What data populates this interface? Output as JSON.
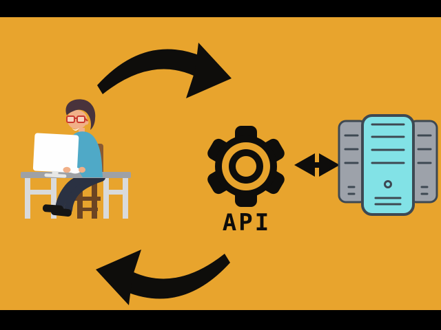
{
  "diagram": {
    "api_label": "API"
  },
  "icons": {
    "request_arrow": "thick-curved-swoosh-arrow-pointing-right",
    "response_arrow": "thick-curved-swoosh-arrow-pointing-left",
    "gear": "outlined-cog-six-teeth-with-hub-ring",
    "exchange_arrow": "horizontal-double-headed-arrow",
    "client": "person-with-glasses-working-at-desk-with-monitor-and-mouse",
    "server": "server-rack-three-towers-cyan-center-gray-sides"
  },
  "colors": {
    "bg": "#E8A42D",
    "letterbox": "#000000",
    "ink": "#0E0D0B",
    "server-body": "#82E2E6",
    "server-side": "#9DA2AA",
    "server-outline": "#3D4852",
    "shirt": "#4FA9C7",
    "skin": "#F1B088",
    "hair": "#49333C",
    "glasses": "#CB392E",
    "pants": "#2A3142",
    "shoe": "#151515",
    "chair": "#8A5A33",
    "chair-dark": "#6B4423",
    "desk-top": "#9EA1A5",
    "desk-leg": "#D9DADB",
    "monitor": "#FEFEFE",
    "monitor-stand": "#E8E8E6",
    "mouse": "#FFFFFF"
  }
}
